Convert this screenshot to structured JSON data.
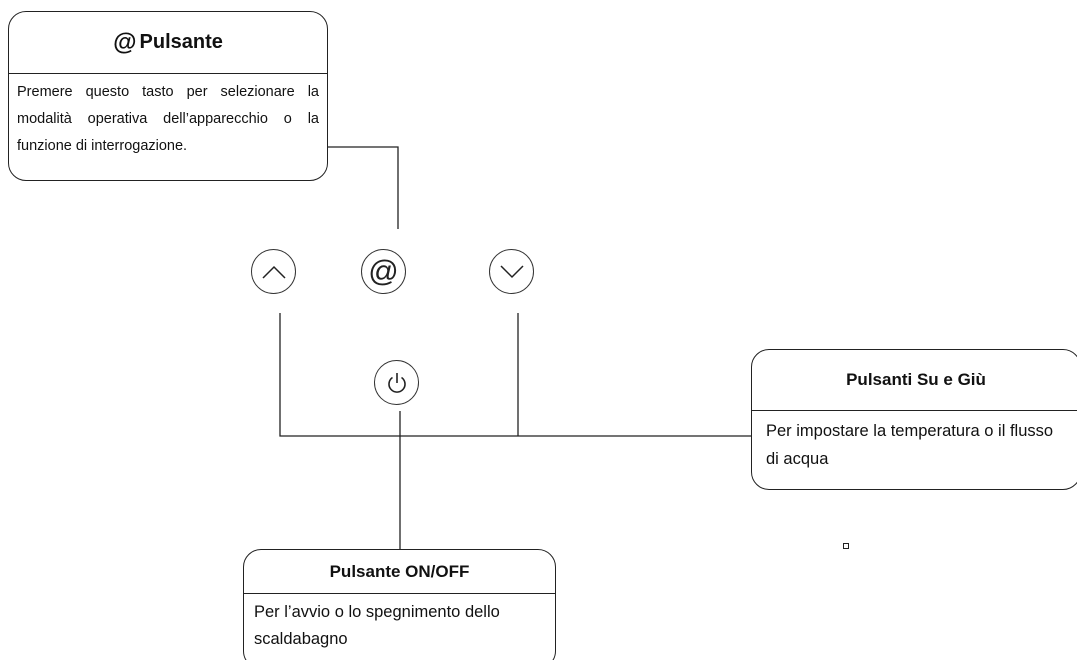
{
  "callouts": {
    "at_button": {
      "title_symbol": "@",
      "title": "Pulsante",
      "body": "Premere questo tasto per selezionare la modalità operativa dell’apparecchio o la funzione di interrogazione."
    },
    "up_down": {
      "title": "Pulsanti Su e Giù",
      "body": "Per impostare la temperatura o il flusso di acqua"
    },
    "on_off": {
      "title": "Pulsante ON/OFF",
      "body": "Per l’avvio o lo spegnimento dello scaldabagno"
    }
  },
  "buttons": {
    "up": {
      "icon": "chevron-up-icon"
    },
    "at": {
      "icon": "at-icon",
      "symbol": "@"
    },
    "down": {
      "icon": "chevron-down-icon"
    },
    "power": {
      "icon": "power-icon"
    }
  }
}
